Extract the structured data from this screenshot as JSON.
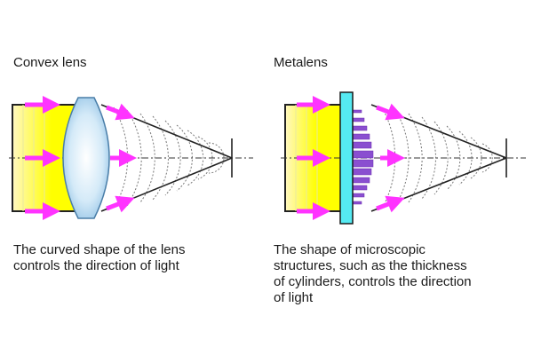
{
  "panels": [
    {
      "title": "Convex lens",
      "caption": "The curved shape of the lens\ncontrols the direction of light"
    },
    {
      "title": "Metalens",
      "caption": "The shape of microscopic\nstructures, such as the thickness\nof cylinders, controls the direction\nof light"
    }
  ],
  "colors": {
    "light_source": "#ffff00",
    "light_fade": "#fff7c2",
    "arrow": "#ff33ff",
    "lens_fill": "#b9dbf3",
    "lens_edge": "#4a7ea8",
    "metasurface": "#55eaf2",
    "nanopillar": "#8a4fd0",
    "wavefront": "#777777",
    "outline": "#222222"
  },
  "icons": [
    "light-source-block",
    "convex-lens-shape",
    "metasurface-plate",
    "nanopillar-array",
    "direction-arrow"
  ]
}
